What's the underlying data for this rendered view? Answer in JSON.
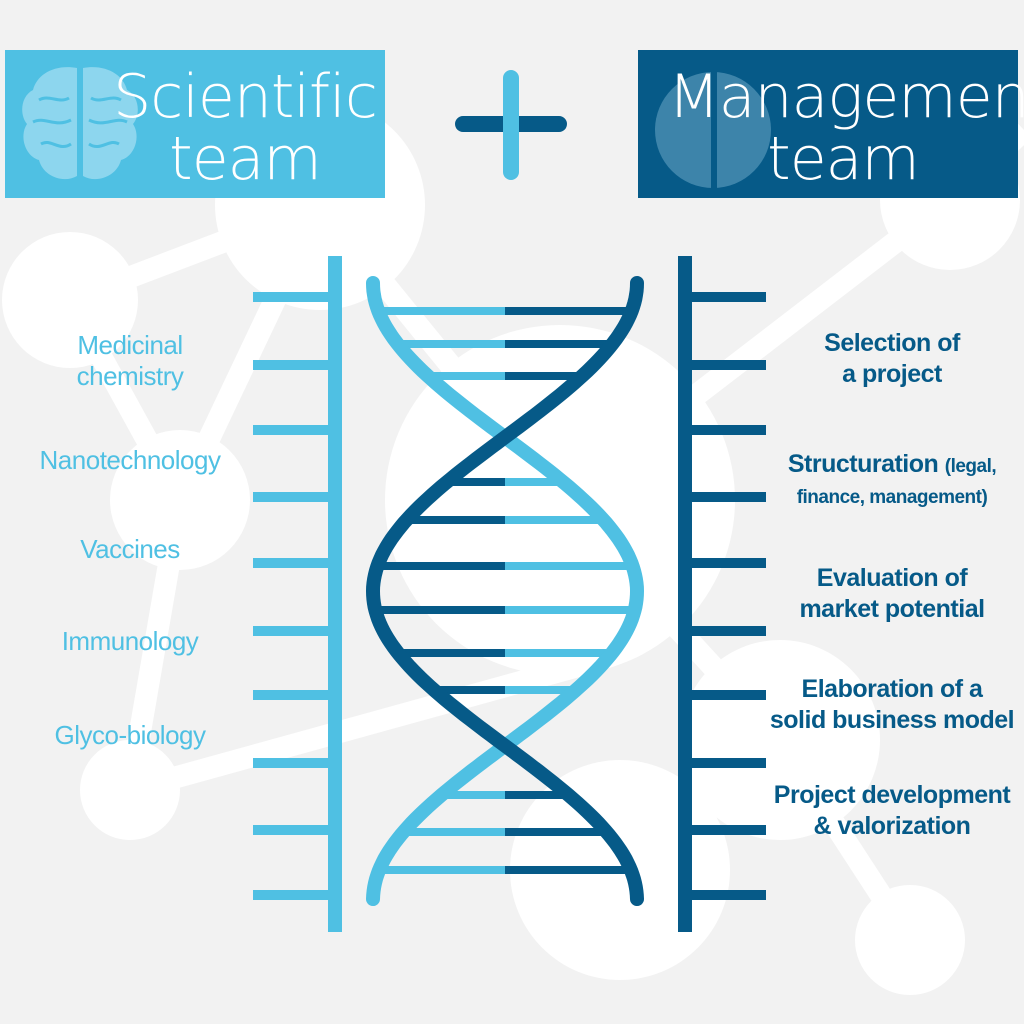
{
  "headers": {
    "scientific": [
      "Scientific",
      "team"
    ],
    "management": [
      "Management",
      "team"
    ]
  },
  "left_items": [
    [
      "Medicinal",
      "chemistry"
    ],
    [
      "Nanotechnology"
    ],
    [
      "Vaccines"
    ],
    [
      "Immunology"
    ],
    [
      "Glyco-biology"
    ]
  ],
  "right_items": {
    "item1": [
      "Selection  of",
      "a project"
    ],
    "item2_line1_main": "Structuration ",
    "item2_line1_small": "(legal,",
    "item2_line2": "finance, management)",
    "item3": [
      "Evaluation of",
      "market potential"
    ],
    "item4": [
      "Elaboration of a",
      "solid business model"
    ],
    "item5": [
      "Project development",
      "& valorization"
    ]
  },
  "colors": {
    "light_blue": "#4fc0e3",
    "dark_blue": "#065a88",
    "background": "#f2f2f2",
    "molecule": "#ffffff"
  },
  "icons": [
    "brain-icon",
    "leaf-icon",
    "plus-icon",
    "dna-helix-icon"
  ]
}
